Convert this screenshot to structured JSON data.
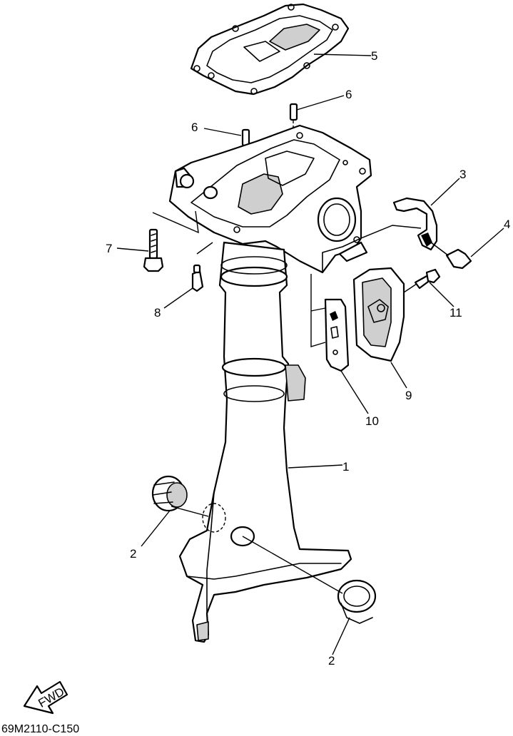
{
  "diagram": {
    "code": "69M2110-C150",
    "fwd_label": "FWD",
    "callouts": {
      "c1": "1",
      "c2a": "2",
      "c2b": "2",
      "c3": "3",
      "c4": "4",
      "c5": "5",
      "c6a": "6",
      "c6b": "6",
      "c7": "7",
      "c8": "8",
      "c9": "9",
      "c10": "10",
      "c11": "11"
    }
  }
}
